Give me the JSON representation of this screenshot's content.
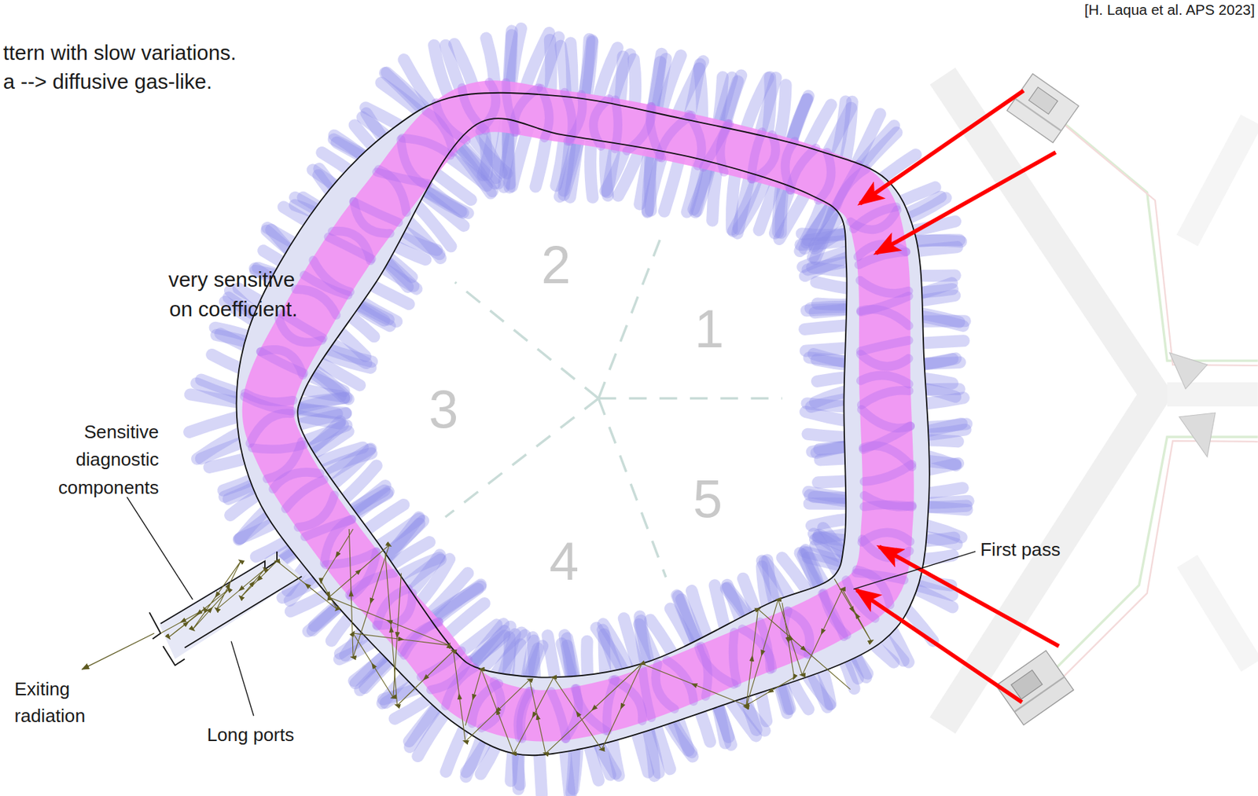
{
  "diagram": {
    "labels": [
      "ttern with slow variations.",
      "a --> diffusive gas-like.",
      "[H. Laqua et al. APS 2023]",
      "very sensitive",
      "on coefficient.",
      "2",
      "1",
      "3",
      "5",
      "4",
      "Sensitive diagnostic components",
      "Exiting radiation",
      "Long ports",
      "First pass"
    ]
  }
}
